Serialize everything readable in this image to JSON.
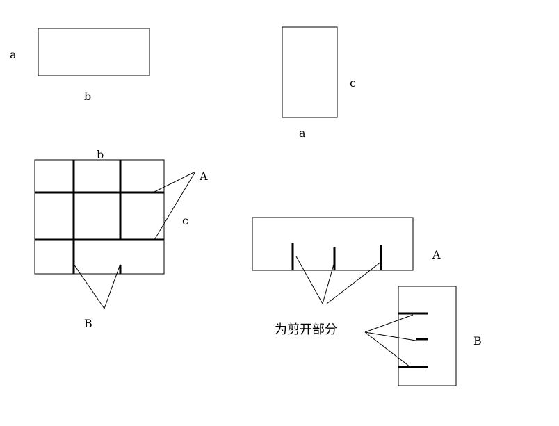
{
  "labels": {
    "rect1_side": "a",
    "rect1_bottom": "b",
    "rect2_side": "c",
    "rect2_bottom": "a",
    "grid_top": "b",
    "grid_right": "c",
    "grid_A": "A",
    "grid_B": "B",
    "strip_A": "A",
    "strip_B": "B",
    "cut_note": "为剪开部分"
  },
  "colors": {
    "ink": "#000000",
    "background": "#ffffff"
  }
}
